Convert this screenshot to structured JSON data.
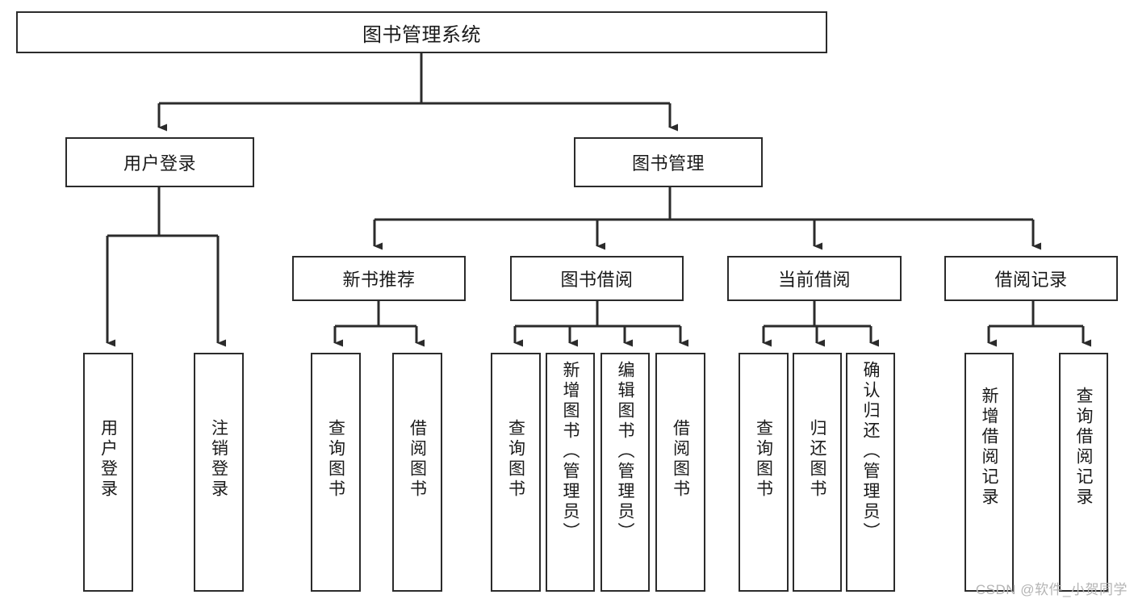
{
  "diagram": {
    "type": "tree-hierarchy-chart",
    "title": "图书管理系统",
    "line_color": "#2b2b2b",
    "box_fill": "#ffffff",
    "text_color": "#1a1a1a",
    "levels": {
      "root": {
        "label": "图书管理系统",
        "orientation": "horizontal"
      },
      "level1": [
        {
          "label": "用户登录",
          "orientation": "horizontal"
        },
        {
          "label": "图书管理",
          "orientation": "horizontal"
        }
      ],
      "level2": [
        {
          "label": "新书推荐",
          "orientation": "horizontal"
        },
        {
          "label": "图书借阅",
          "orientation": "horizontal"
        },
        {
          "label": "当前借阅",
          "orientation": "horizontal"
        },
        {
          "label": "借阅记录",
          "orientation": "horizontal"
        }
      ],
      "leaves": {
        "user_login": [
          {
            "label": "用户登录",
            "orientation": "vertical"
          },
          {
            "label": "注销登录",
            "orientation": "vertical"
          }
        ],
        "new_book_recommend": [
          {
            "label": "查询图书",
            "orientation": "vertical"
          },
          {
            "label": "借阅图书",
            "orientation": "vertical"
          }
        ],
        "book_borrow": [
          {
            "label": "查询图书",
            "orientation": "vertical"
          },
          {
            "label": "新增图书（管理员）",
            "orientation": "vertical"
          },
          {
            "label": "编辑图书（管理员）",
            "orientation": "vertical"
          },
          {
            "label": "借阅图书",
            "orientation": "vertical"
          }
        ],
        "current_borrow": [
          {
            "label": "查询图书",
            "orientation": "vertical"
          },
          {
            "label": "归还图书",
            "orientation": "vertical"
          },
          {
            "label": "确认归还（管理员）",
            "orientation": "vertical"
          }
        ],
        "borrow_record": [
          {
            "label": "新增借阅记录",
            "orientation": "vertical"
          },
          {
            "label": "查询借阅记录",
            "orientation": "vertical"
          }
        ]
      }
    },
    "watermark": "CSDN @软件_小贺同学"
  }
}
